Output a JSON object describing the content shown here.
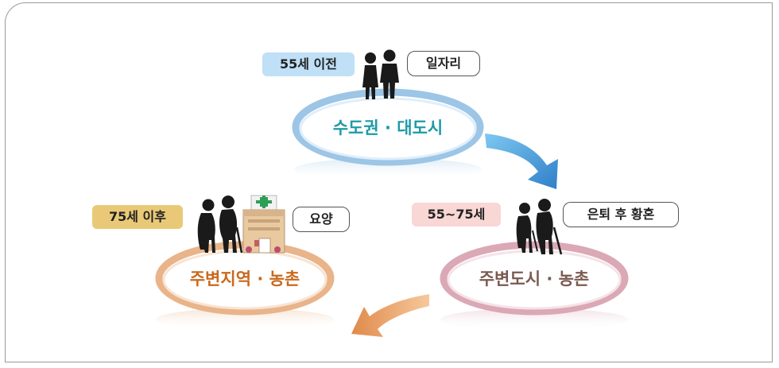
{
  "stages": [
    {
      "region": "수도권 · 대도시",
      "age": "55세 이전",
      "description": "일자리"
    },
    {
      "region": "주변도시 · 농촌",
      "age": "55~75세",
      "description": "은퇴 후 황혼"
    },
    {
      "region": "주변지역 · 농촌",
      "age": "75세 이후",
      "description": "요양"
    }
  ],
  "colors": {
    "stage1_ring": "#9cc5e6",
    "stage1_text": "#1e9aa6",
    "stage1_badge": "#bfe0f7",
    "stage2_ring": "#dba8b6",
    "stage2_text": "#7a5a50",
    "stage2_badge": "#f8d7d5",
    "stage3_ring": "#e9b48a",
    "stage3_text": "#c8691e",
    "stage3_badge": "#e9c977"
  },
  "icons": [
    "working-adults-silhouette-icon",
    "elderly-couple-cane-icon",
    "elderly-couple-hospital-icon",
    "flow-arrow-icon"
  ]
}
